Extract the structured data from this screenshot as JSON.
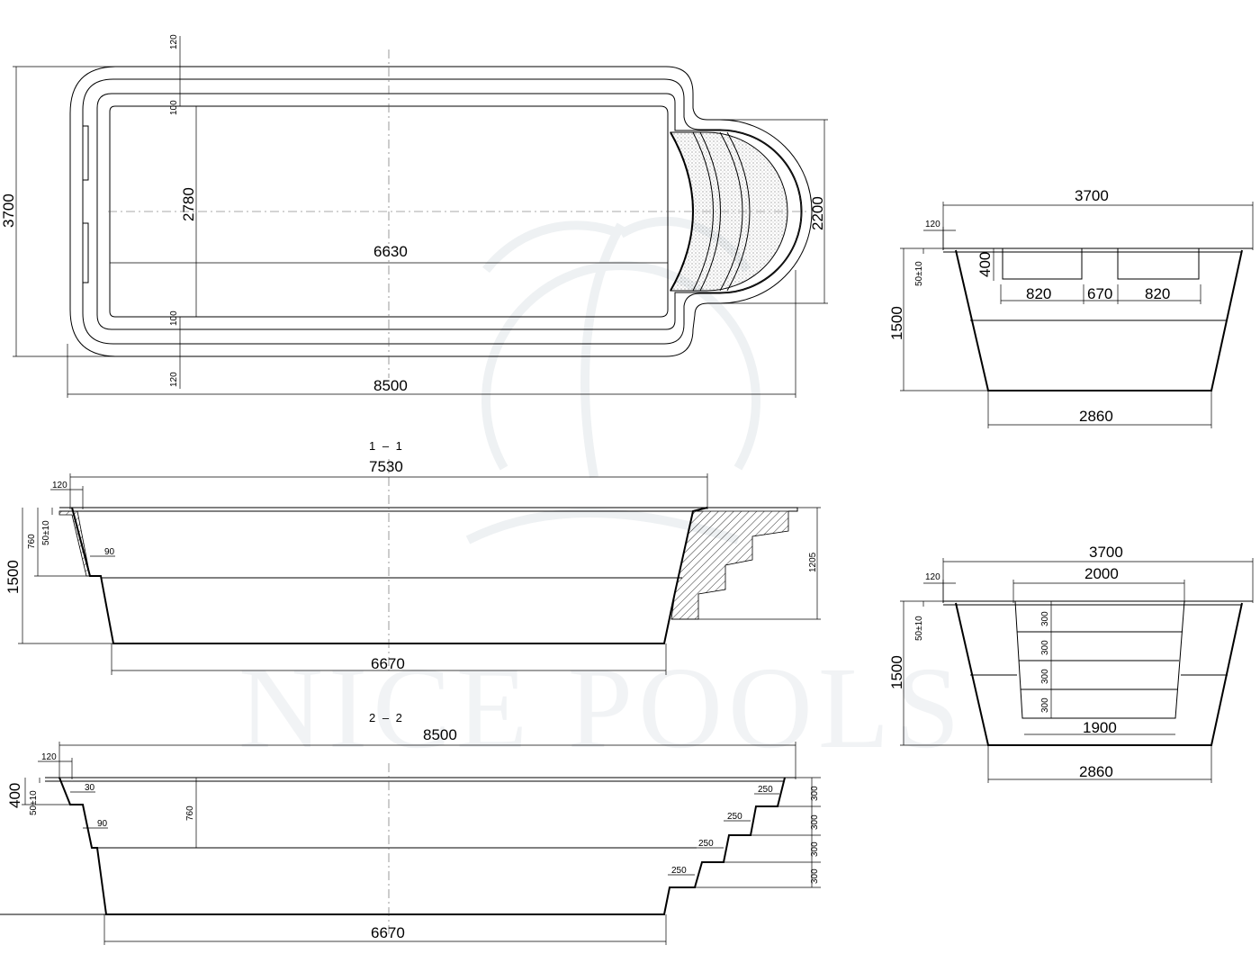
{
  "watermark": {
    "text": "NICE POOLS"
  },
  "sections": {
    "s1": "1 – 1",
    "s2": "2 – 2"
  },
  "plan": {
    "overall_length": "8500",
    "overall_width": "3700",
    "inner_length": "6630",
    "inner_width": "2780",
    "step_width": "2200",
    "rim_top": "120",
    "rim_bottom": "120",
    "offset_top": "100",
    "offset_bottom": "100"
  },
  "section11": {
    "top_length": "7530",
    "bottom_length": "6670",
    "depth": "1500",
    "rim": "120",
    "rim_height": "50±10",
    "shelf_depth": "760",
    "shelf_offset": "90",
    "step_height": "1205"
  },
  "section22": {
    "top_length": "8500",
    "bottom_length": "6670",
    "rim": "120",
    "depth_top": "400",
    "rim_height": "50±10",
    "offset_30": "30",
    "offset_90": "90",
    "shelf_depth": "760",
    "step_runs": [
      "250",
      "250",
      "250",
      "250"
    ],
    "step_rises": [
      "300",
      "300",
      "300",
      "300"
    ]
  },
  "end_section_a": {
    "top_width": "3700",
    "bottom_width": "2860",
    "depth": "1500",
    "rim": "120",
    "rim_height": "50±10",
    "bench_height": "400",
    "bench_width_left": "820",
    "bench_gap": "670",
    "bench_width_right": "820"
  },
  "end_section_b": {
    "top_width": "3700",
    "stair_top_width": "2000",
    "stair_bottom_width": "1900",
    "bottom_width": "2860",
    "depth": "1500",
    "rim": "120",
    "rim_height": "50±10",
    "step_rises": [
      "300",
      "300",
      "300",
      "300"
    ]
  }
}
